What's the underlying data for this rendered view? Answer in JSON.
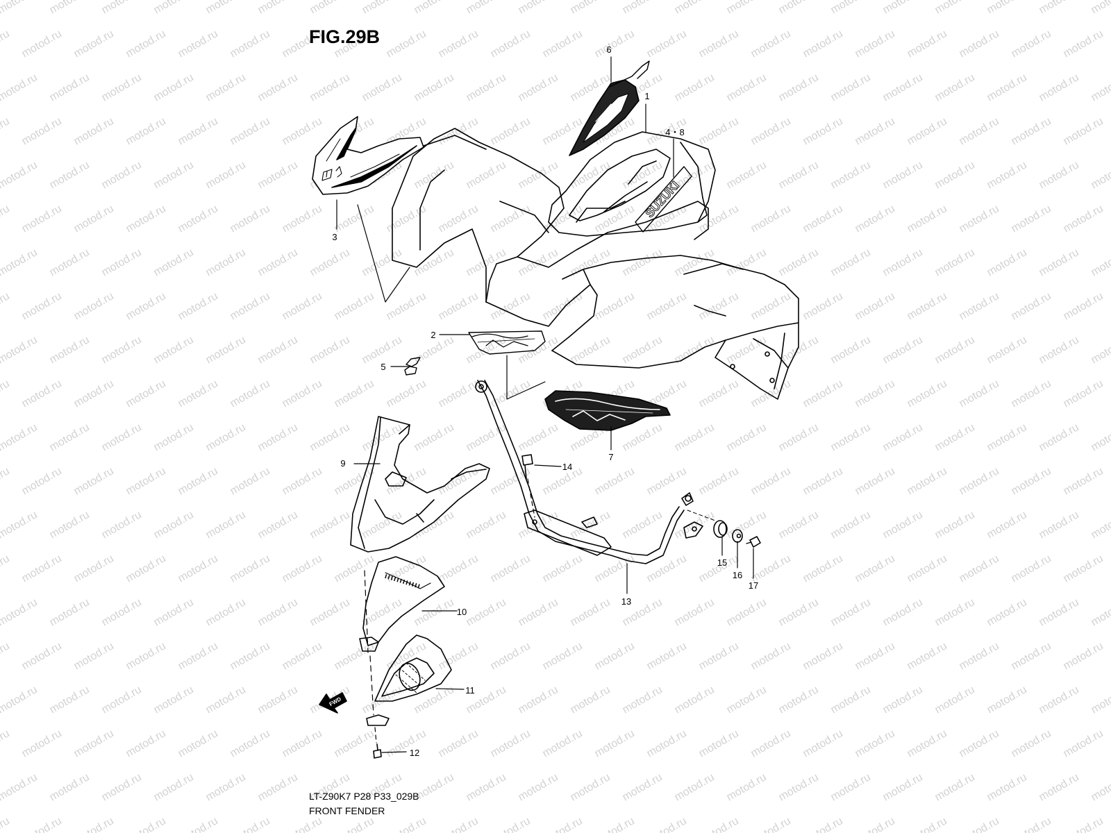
{
  "figure": {
    "title": "FIG.29B",
    "diagram_code": "LT-Z90K7 P28 P33_029B",
    "caption": "FRONT FENDER",
    "watermark": "motod.ru",
    "direction_marker": "FWD",
    "fender_brand_text": "SUZUKI"
  },
  "callouts": [
    {
      "id": "1",
      "label": "1"
    },
    {
      "id": "2",
      "label": "2"
    },
    {
      "id": "3",
      "label": "3"
    },
    {
      "id": "48",
      "label": "4・8"
    },
    {
      "id": "5",
      "label": "5"
    },
    {
      "id": "6",
      "label": "6"
    },
    {
      "id": "7",
      "label": "7"
    },
    {
      "id": "9",
      "label": "9"
    },
    {
      "id": "10",
      "label": "10"
    },
    {
      "id": "11",
      "label": "11"
    },
    {
      "id": "12",
      "label": "12"
    },
    {
      "id": "13",
      "label": "13"
    },
    {
      "id": "14",
      "label": "14"
    },
    {
      "id": "15",
      "label": "15"
    },
    {
      "id": "16",
      "label": "16"
    },
    {
      "id": "17",
      "label": "17"
    }
  ],
  "colors": {
    "line": "#000000",
    "watermark": "#d2d2d2",
    "background": "#ffffff"
  }
}
